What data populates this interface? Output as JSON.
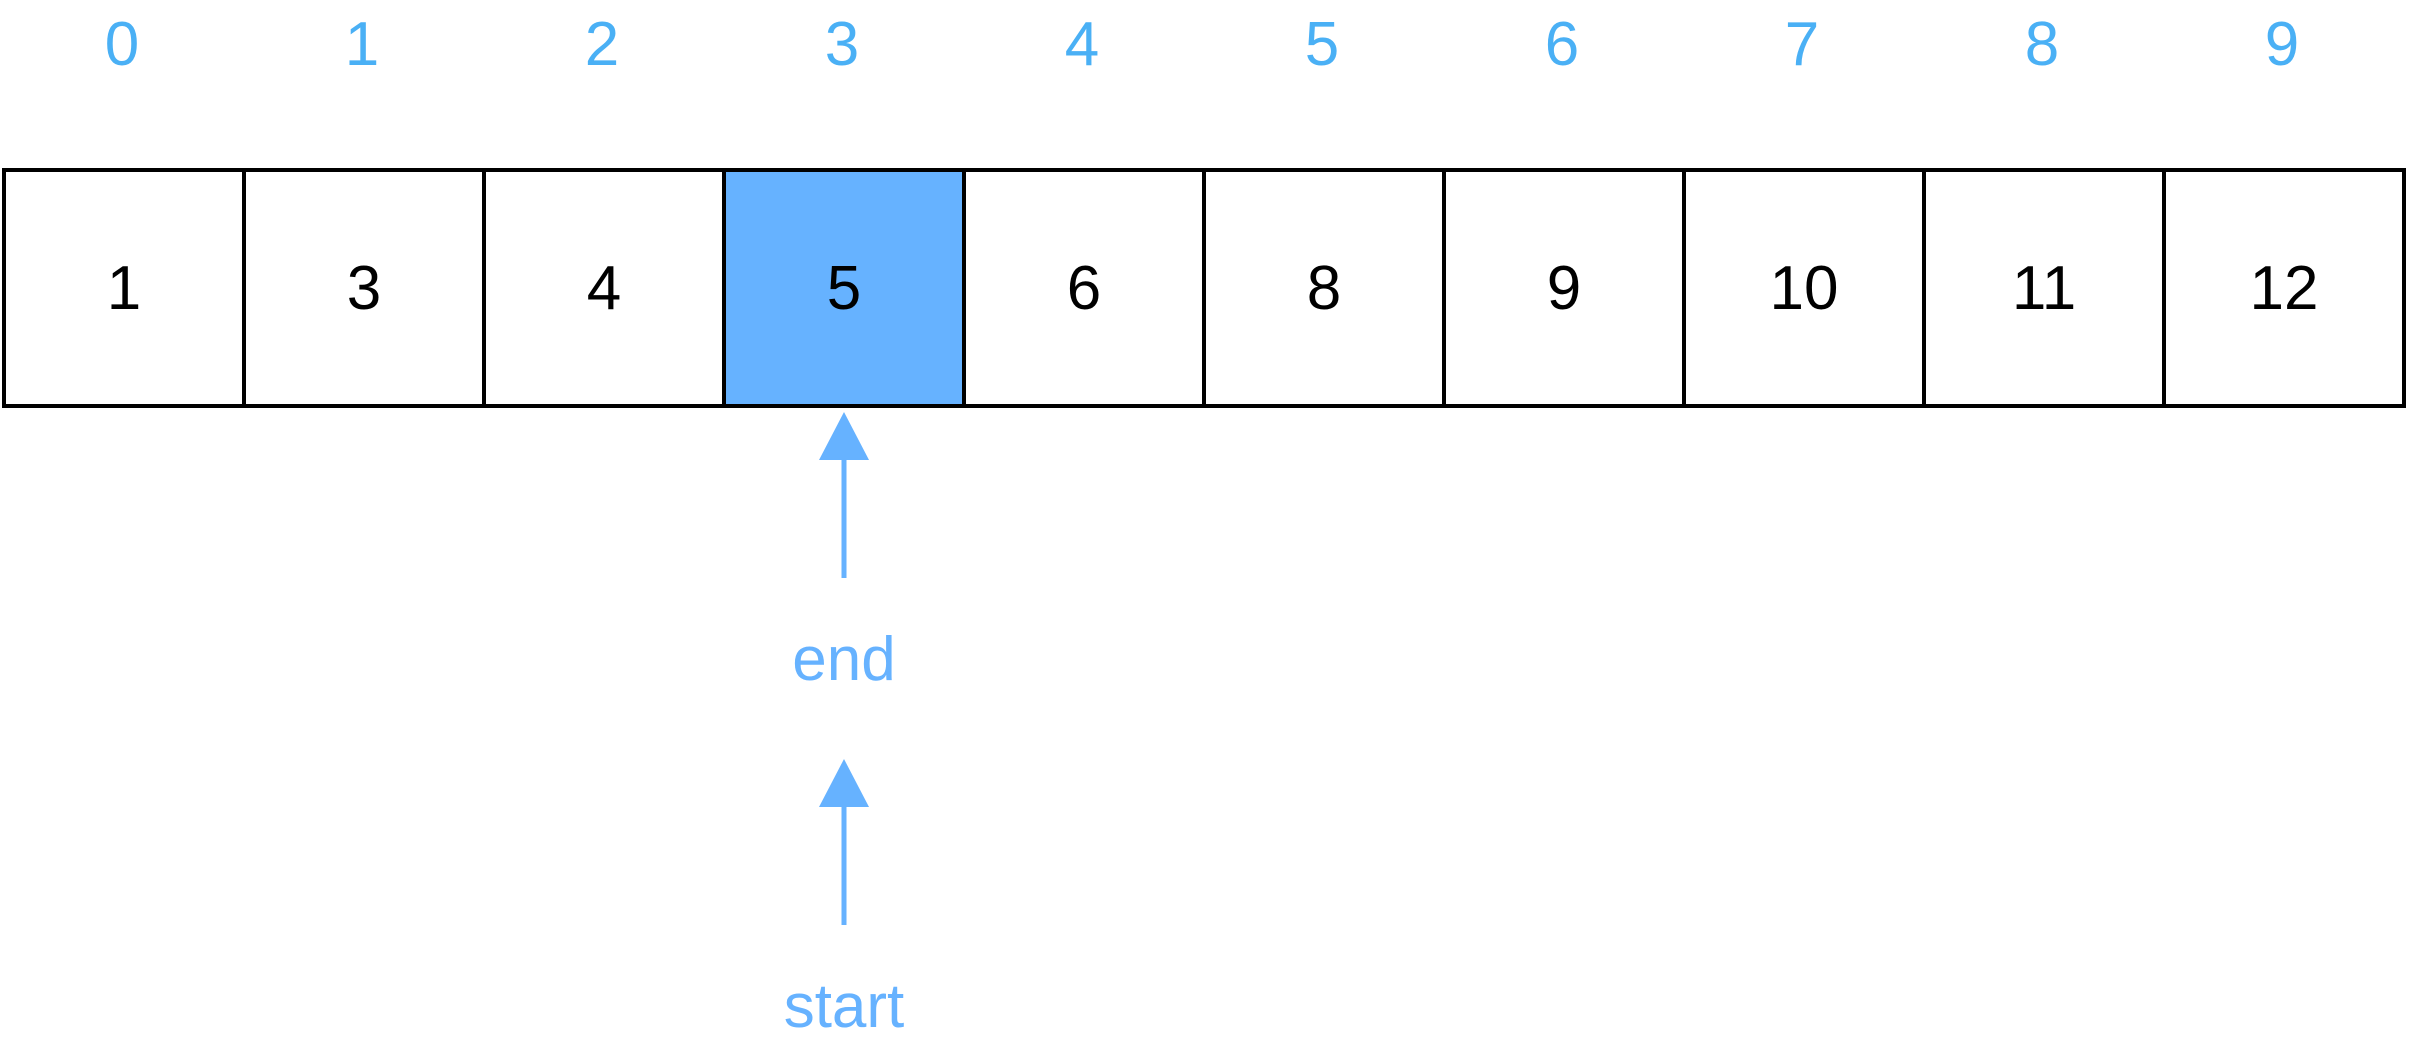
{
  "colors": {
    "index_label": "#4ab0f5",
    "highlight": "#66b2ff",
    "pointer": "#66b2ff",
    "border": "#000000"
  },
  "array": {
    "indices": [
      "0",
      "1",
      "2",
      "3",
      "4",
      "5",
      "6",
      "7",
      "8",
      "9"
    ],
    "values": [
      "1",
      "3",
      "4",
      "5",
      "6",
      "8",
      "9",
      "10",
      "11",
      "12"
    ],
    "highlighted_index": 3
  },
  "pointers": {
    "end": {
      "label": "end",
      "index": 3
    },
    "start": {
      "label": "start",
      "index": 3
    }
  }
}
